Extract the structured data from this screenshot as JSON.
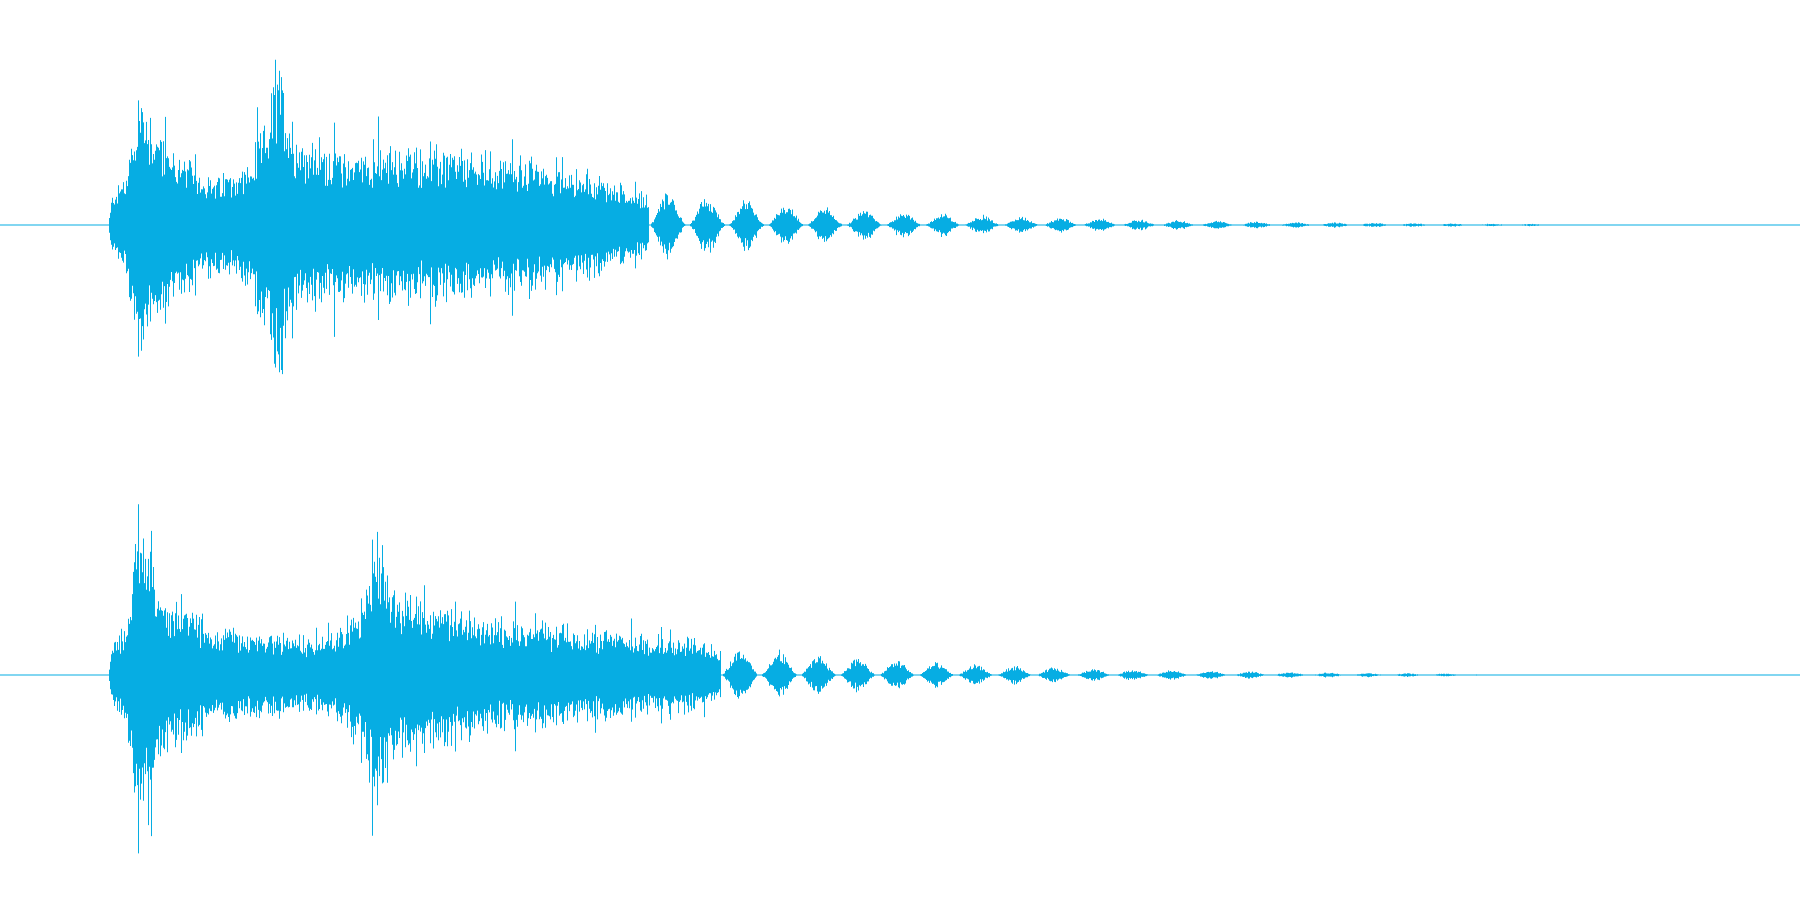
{
  "waveform": {
    "color": "#06ADE3",
    "background": "#FFFFFF",
    "channels": [
      {
        "id": "channel-1",
        "envelope": [
          [
            0.0,
            0.0
          ],
          [
            0.06,
            0.0
          ],
          [
            0.062,
            0.18
          ],
          [
            0.07,
            0.3
          ],
          [
            0.077,
            0.85
          ],
          [
            0.09,
            0.55
          ],
          [
            0.1,
            0.42
          ],
          [
            0.12,
            0.28
          ],
          [
            0.14,
            0.38
          ],
          [
            0.155,
            0.95
          ],
          [
            0.165,
            0.55
          ],
          [
            0.19,
            0.45
          ],
          [
            0.23,
            0.46
          ],
          [
            0.27,
            0.42
          ],
          [
            0.3,
            0.38
          ],
          [
            0.33,
            0.3
          ],
          [
            0.35,
            0.22
          ],
          [
            0.36,
            0.18
          ]
        ],
        "decay_bursts": {
          "start": 0.36,
          "period": 0.0218,
          "first_amp": 0.2,
          "decay": 0.86,
          "end": 0.86
        }
      },
      {
        "id": "channel-2",
        "envelope": [
          [
            0.0,
            0.0
          ],
          [
            0.06,
            0.0
          ],
          [
            0.062,
            0.2
          ],
          [
            0.07,
            0.3
          ],
          [
            0.077,
            0.95
          ],
          [
            0.09,
            0.5
          ],
          [
            0.1,
            0.42
          ],
          [
            0.12,
            0.28
          ],
          [
            0.18,
            0.22
          ],
          [
            0.2,
            0.4
          ],
          [
            0.21,
            0.85
          ],
          [
            0.22,
            0.5
          ],
          [
            0.27,
            0.34
          ],
          [
            0.33,
            0.27
          ],
          [
            0.39,
            0.22
          ],
          [
            0.4,
            0.15
          ]
        ],
        "decay_bursts": {
          "start": 0.4,
          "period": 0.0218,
          "first_amp": 0.17,
          "decay": 0.85,
          "end": 0.82
        }
      }
    ]
  }
}
